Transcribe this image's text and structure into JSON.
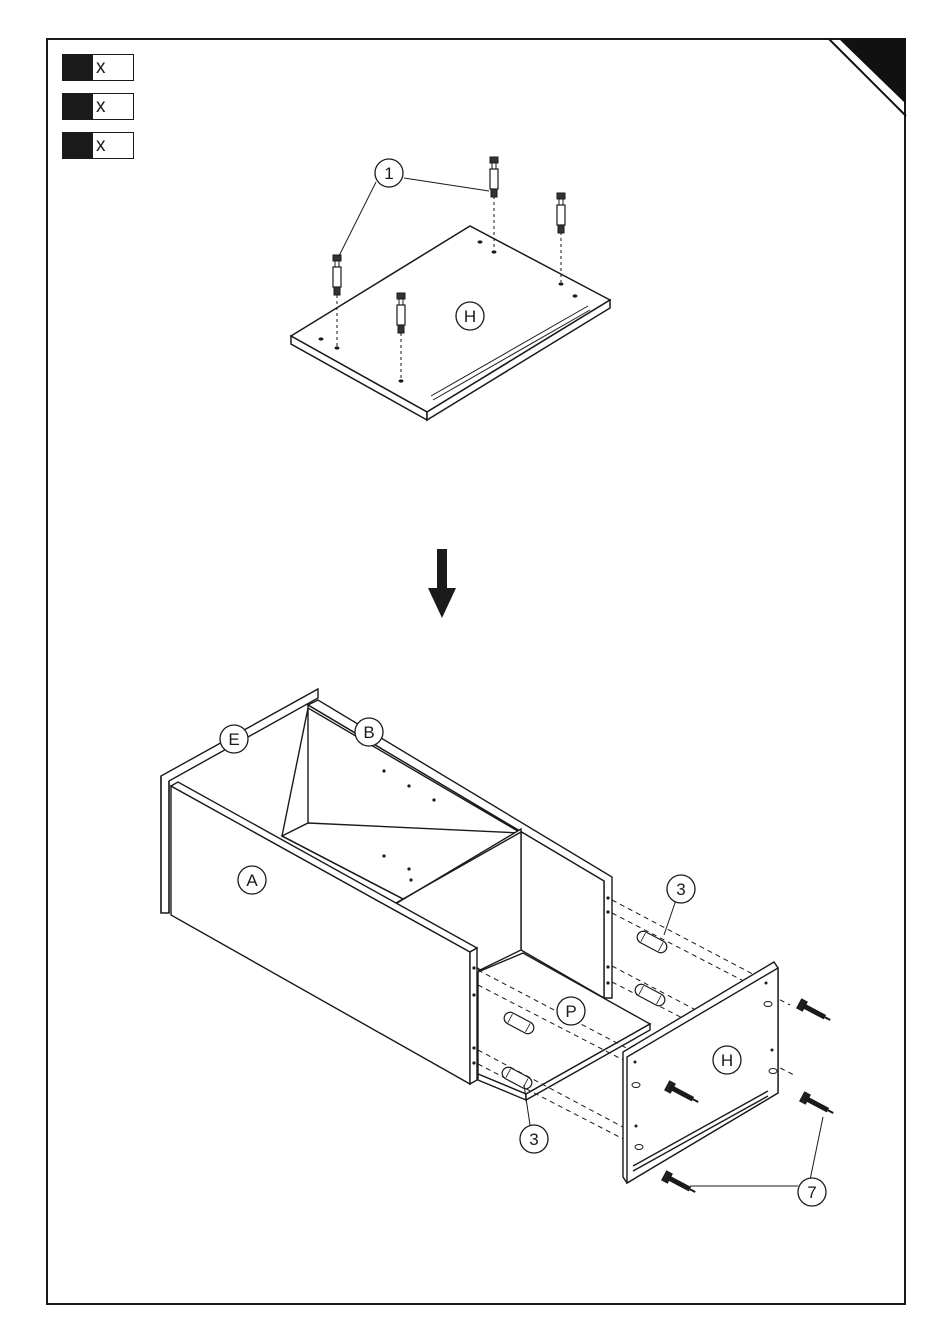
{
  "hardware_counts": [
    {
      "text": "x"
    },
    {
      "text": "x"
    },
    {
      "text": "x"
    }
  ],
  "callouts": {
    "cam_bolt": "1",
    "dowel_top": "3",
    "dowel_bottom": "3",
    "screw": "7"
  },
  "panels": {
    "top_panel": "H",
    "end_panel": "H",
    "side_panel_e": "E",
    "back_panel_b": "B",
    "front_panel_a": "A",
    "bottom_panel_p": "P"
  },
  "colors": {
    "line": "#1a1a1a",
    "corner_fill": "#111111"
  }
}
